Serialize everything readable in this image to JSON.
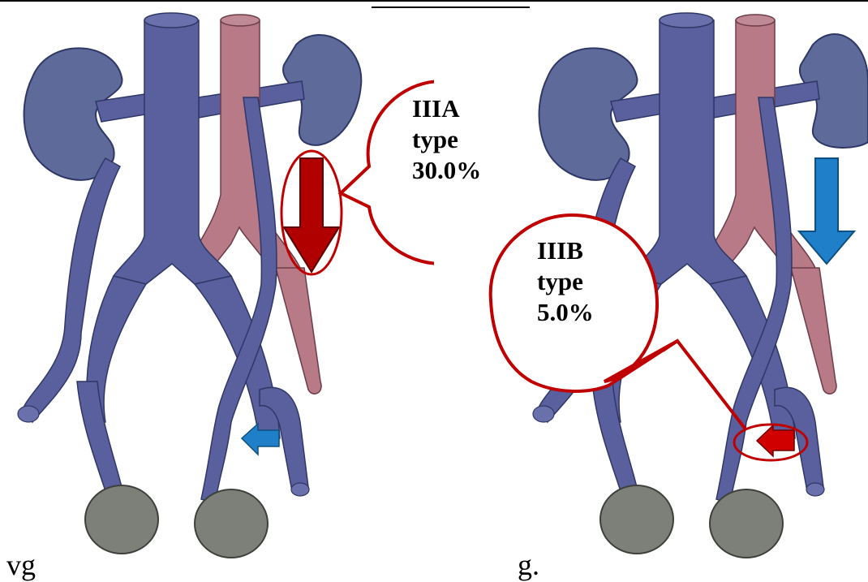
{
  "left_panel": {
    "callout_lines": [
      "IIIA",
      "type",
      "30.0%"
    ],
    "caption": "vg",
    "main_arrow_color": "#b00000",
    "small_arrow_color": "#1f7fc8"
  },
  "right_panel": {
    "callout_lines": [
      "IIIB",
      "type",
      "5.0%"
    ],
    "caption": "g.",
    "main_arrow_color": "#1f7fc8",
    "small_arrow_color": "#d10000"
  },
  "colors": {
    "vein": "#5a5f9e",
    "artery": "#b87a86",
    "kidney": "#5e6b9a",
    "testis": "#7d8078",
    "callout_border": "#c00000"
  }
}
